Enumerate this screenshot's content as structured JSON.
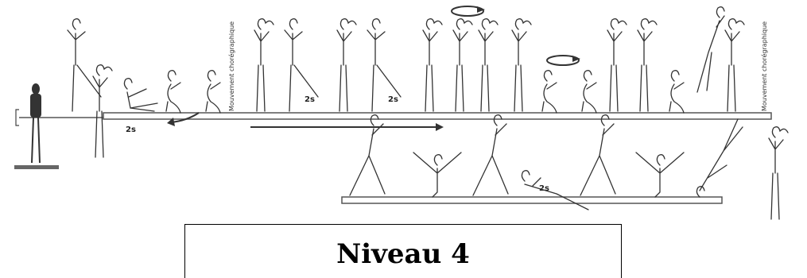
{
  "routine": {
    "upper_sequence_labels": {
      "hold_1": "2s",
      "hold_2": "2s",
      "hold_3": "2s"
    },
    "vertical_labels": {
      "choreo_left": "Mouvement chorégraphique",
      "choreo_right": "Mouvement chorégraphique"
    },
    "lower_sequence_labels": {
      "hold_4": "2s"
    }
  },
  "level_box": {
    "title": "Niveau 4"
  },
  "colors": {
    "ink": "#333333",
    "beam": "#555555",
    "background": "#ffffff"
  }
}
